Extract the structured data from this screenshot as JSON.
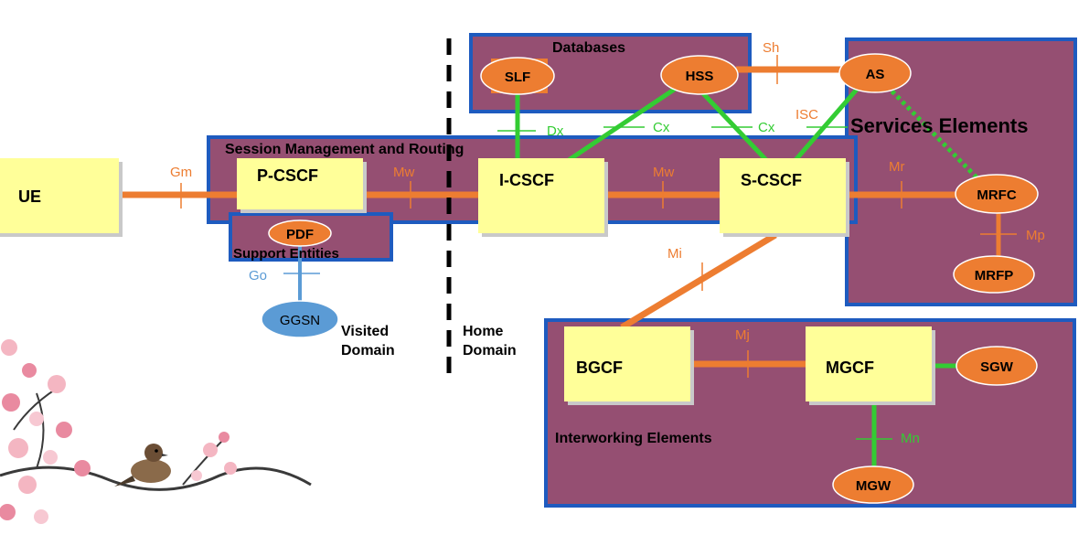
{
  "colors": {
    "region_fill": "#954f72",
    "region_border": "#1e5bbf",
    "node_box": "#ffff99",
    "ellipse": "#ed7d31",
    "ellipse_blue": "#5b9bd5",
    "orange_link": "#ed7d31",
    "green_link": "#33cc33",
    "blue_link": "#5b9bd5",
    "iface_orange": "#ed7d31",
    "iface_green": "#33cc33",
    "iface_blue": "#5b9bd5"
  },
  "regions": {
    "databases": "Databases",
    "session": "Session Management and Routing",
    "support": "Support Entities",
    "services": "Services Elements",
    "interworking": "Interworking Elements"
  },
  "domains": {
    "visited_line1": "Visited",
    "visited_line2": "Domain",
    "home_line1": "Home",
    "home_line2": "Domain"
  },
  "nodes": {
    "ue": "UE",
    "pcscf": "P-CSCF",
    "icscf": "I-CSCF",
    "scscf": "S-CSCF",
    "bgcf": "BGCF",
    "mgcf": "MGCF",
    "slf": "SLF",
    "hss": "HSS",
    "as": "AS",
    "pdf": "PDF",
    "ggsn": "GGSN",
    "mrfc": "MRFC",
    "mrfp": "MRFP",
    "sgw": "SGW",
    "mgw": "MGW"
  },
  "interfaces": {
    "gm": "Gm",
    "mw1": "Mw",
    "mw2": "Mw",
    "mr": "Mr",
    "mp": "Mp",
    "sh": "Sh",
    "isc": "ISC",
    "dx": "Dx",
    "cx1": "Cx",
    "cx2": "Cx",
    "go": "Go",
    "mi": "Mi",
    "mj": "Mj",
    "mn": "Mn"
  }
}
